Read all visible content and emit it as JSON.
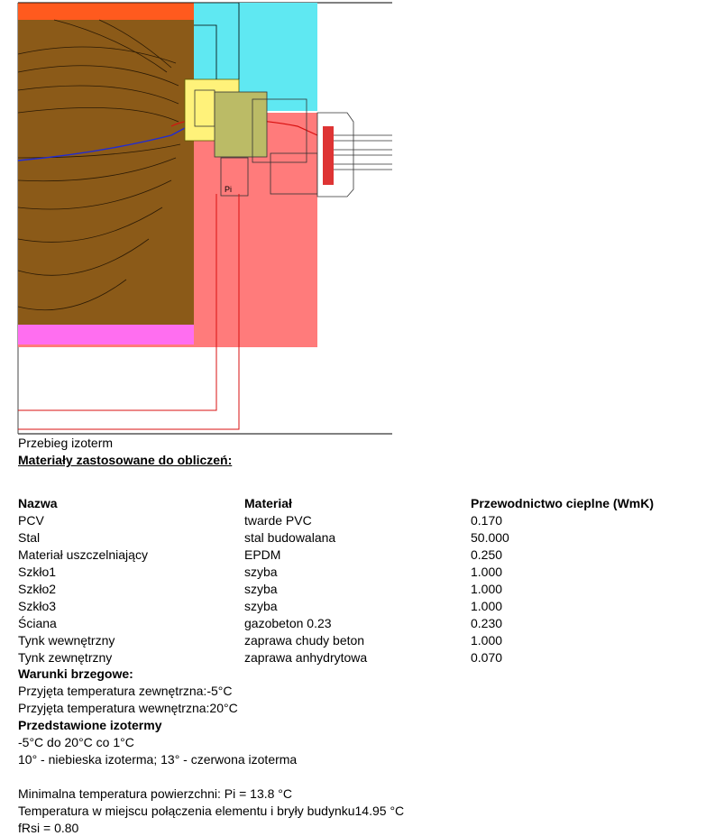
{
  "figure": {
    "colors": {
      "wall": "#8b5a18",
      "outer_plaster": "#ff5a1e",
      "inner_plaster": "#ff6ef0",
      "warm_zone": "#ff7b7b",
      "cold_zone": "#5fe8f2",
      "frame_steel": "#fff27a",
      "blue_isotherm": "#1f2bd6",
      "red_isotherm": "#d81010"
    },
    "pi_label": "Pi"
  },
  "caption": "Przebieg izoterm",
  "materials_heading": "Materiały zastosowane do obliczeń:",
  "table": {
    "headers": [
      "Nazwa",
      "Materiał",
      "Przewodnictwo cieplne (WmK)"
    ],
    "rows": [
      [
        "PCV",
        "twarde PVC",
        "0.170"
      ],
      [
        "Stal",
        "stal budowalana",
        "50.000"
      ],
      [
        "Materiał uszczelniający",
        "EPDM",
        "0.250"
      ],
      [
        "Szkło1",
        "szyba",
        "1.000"
      ],
      [
        "Szkło2",
        "szyba",
        "1.000"
      ],
      [
        "Szkło3",
        "szyba",
        "1.000"
      ],
      [
        "Ściana",
        "gazobeton 0.23",
        "0.230"
      ],
      [
        "Tynk wewnętrzny",
        "zaprawa chudy beton",
        "1.000"
      ],
      [
        "Tynk zewnętrzny",
        "zaprawa anhydrytowa",
        "0.070"
      ]
    ]
  },
  "boundary": {
    "heading": "Warunki brzegowe:",
    "outer": "Przyjęta temperatura zewnętrzna:-5°C",
    "inner": "Przyjęta temperatura wewnętrzna:20°C"
  },
  "isotherms": {
    "heading": "Przedstawione izotermy",
    "range": "-5°C do 20°C co 1°C",
    "legend": "10° - niebieska izoterma; 13° - czerwona izoterma"
  },
  "results": {
    "min_temp": "Minimalna temperatura powierzchni: Pi = 13.8 °C",
    "junction_temp": "Temperatura w miejscu połączenia elementu i bryły budynku14.95 °C",
    "frsi": "fRsi = 0.80"
  }
}
